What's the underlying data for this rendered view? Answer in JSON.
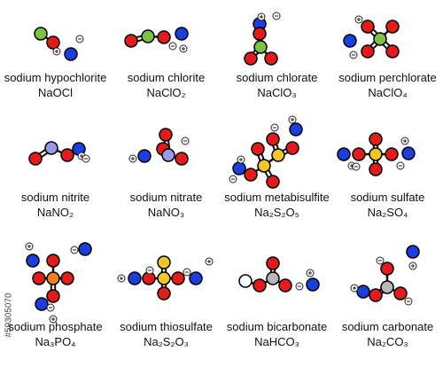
{
  "colors": {
    "Na": "#1a3fe0",
    "O": "#e51b1b",
    "Cl": "#7ec443",
    "N": "#9a9ae6",
    "S": "#f2c624",
    "P": "#f07f22",
    "C": "#b8b8b8",
    "H": "#ffffff",
    "bond": "#111111"
  },
  "compounds": [
    {
      "name": "sodium hypochlorite",
      "formula": "NaOCl"
    },
    {
      "name": "sodium chlorite",
      "formula": "NaClO₂"
    },
    {
      "name": "sodium chlorate",
      "formula": "NaClO₃"
    },
    {
      "name": "sodium perchlorate",
      "formula": "NaClO₄"
    },
    {
      "name": "sodium nitrite",
      "formula": "NaNO₂"
    },
    {
      "name": "sodium nitrate",
      "formula": "NaNO₃"
    },
    {
      "name": "sodium metabisulfite",
      "formula": "Na₂S₂O₅"
    },
    {
      "name": "sodium sulfate",
      "formula": "Na₂SO₄"
    },
    {
      "name": "sodium phosphate",
      "formula": "Na₃PO₄"
    },
    {
      "name": "sodium thiosulfate",
      "formula": "Na₂S₂O₃"
    },
    {
      "name": "sodium bicarbonate",
      "formula": "NaHCO₃"
    },
    {
      "name": "sodium carbonate",
      "formula": "Na₂CO₃"
    }
  ],
  "watermark": "#59305070"
}
